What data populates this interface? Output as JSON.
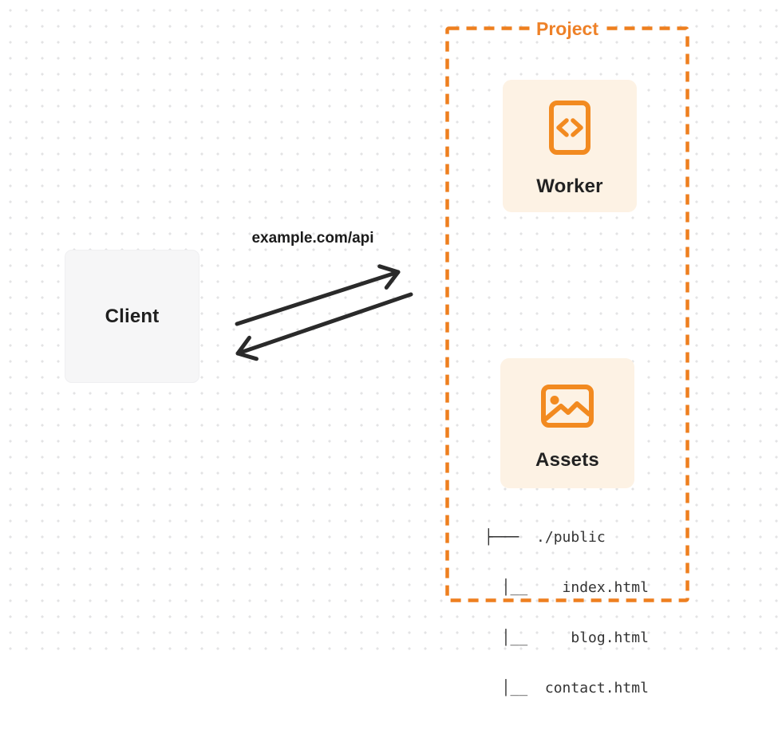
{
  "colors": {
    "accent_orange": "#EE7F1F",
    "icon_orange": "#F28A20",
    "node_cream_bg": "#FDF2E4",
    "client_gray_bg": "#F6F6F7",
    "ink": "#1F1F1F",
    "arrow": "#2A2A2A",
    "dot_grid": "#E3E3E4"
  },
  "diagram": {
    "client": {
      "label": "Client"
    },
    "request": {
      "label": "example.com/api"
    },
    "project": {
      "label": "Project"
    },
    "worker": {
      "label": "Worker",
      "icon": "code-icon"
    },
    "assets": {
      "label": "Assets",
      "icon": "image-icon"
    },
    "file_tree": {
      "root": "./public",
      "files": [
        "index.html",
        "blog.html",
        "contact.html"
      ],
      "lines": [
        "├───  ./public",
        "  │__    index.html",
        "  │__     blog.html",
        "  │__  contact.html"
      ]
    }
  }
}
